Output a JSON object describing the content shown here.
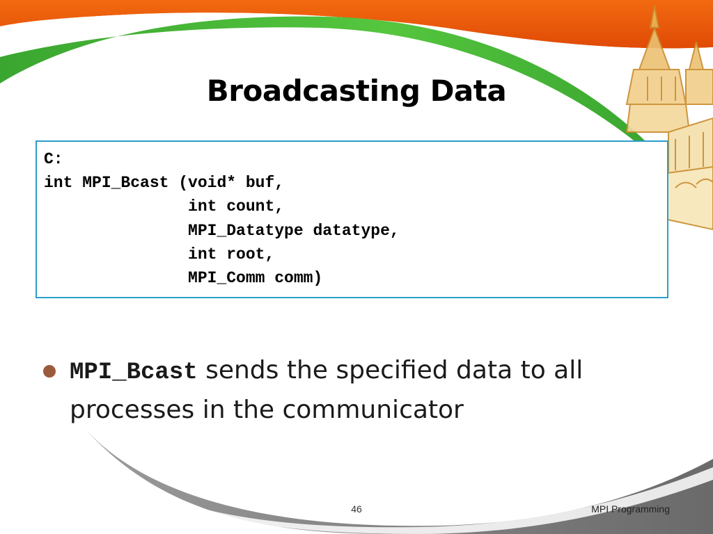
{
  "slide": {
    "title": "Broadcasting Data",
    "code": "C:\nint MPI_Bcast (void* buf,\n               int count,\n               MPI_Datatype datatype,\n               int root,\n               MPI_Comm comm)",
    "bullet": {
      "code": "MPI_Bcast",
      "text": " sends the specified data to all processes in the communicator"
    },
    "footer": {
      "page_number": "46",
      "label": "MPI Programming"
    }
  },
  "colors": {
    "orange_band": "#f05a0a",
    "green_band": "#4cbf3a",
    "code_border": "#2a9fc7",
    "bullet": "#9a5a3c",
    "gray_swoosh": "#777777",
    "temple": "#d9a54a"
  },
  "icons": {
    "bullet": "filled-circle",
    "decoration": "temple-illustration"
  }
}
